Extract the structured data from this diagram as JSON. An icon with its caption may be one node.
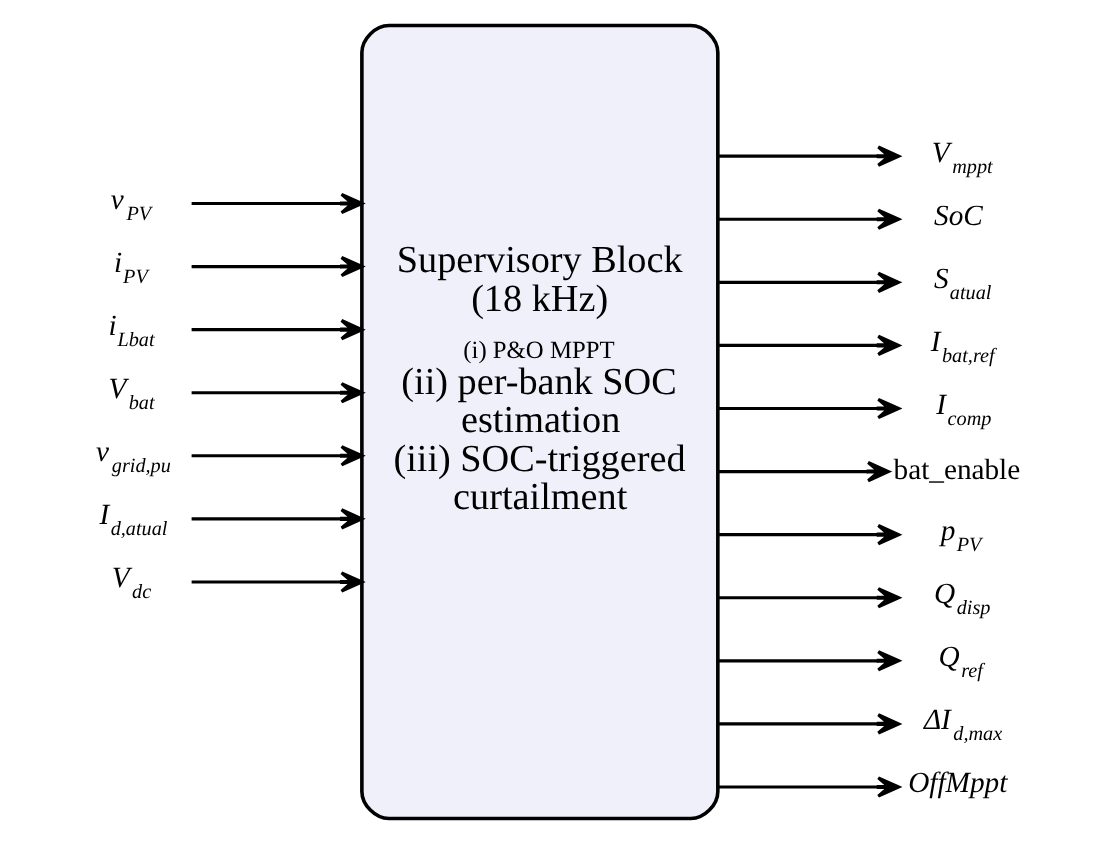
{
  "diagram": {
    "nodes": [
      {
        "text": [
          "v$_{PV}$"
        ]
      },
      {
        "text": [
          "i$_{PV}$"
        ]
      },
      {
        "text": [
          "i$_{Lbat}$"
        ]
      },
      {
        "text": [
          "V$_{bat}$"
        ]
      },
      {
        "text": [
          "v$_{grid,pu}$"
        ]
      },
      {
        "text": [
          "I$_{d,atual}$"
        ]
      },
      {
        "text": [
          "V$_{dc}$"
        ]
      },
      {
        "text": [
          "Supervisory Block (18 kHz)",
          "(i) P&O MPPT",
          "(ii) per-bank SOC estimation",
          "(iii) SOC-triggered curtailment"
        ]
      },
      {
        "text": [
          "V$_{mppt}$"
        ]
      },
      {
        "text": [
          "SoC"
        ]
      },
      {
        "text": [
          "S$_{atual}$"
        ]
      },
      {
        "text": [
          "I$_{bat,ref}$"
        ]
      },
      {
        "text": [
          "I$_{comp}$"
        ]
      },
      {
        "text": [
          "bat_enable"
        ]
      },
      {
        "text": [
          "p$_{PV}$"
        ]
      },
      {
        "text": [
          "Q$_{disp}$"
        ]
      },
      {
        "text": [
          "Q$_{ref}$"
        ]
      },
      {
        "text": [
          "ΔI$_{d,max}$"
        ]
      },
      {
        "text": [
          "OffMppt"
        ]
      }
    ],
    "edges": [
      {
        "from": 0,
        "to": 7,
        "arrow": "to"
      },
      {
        "from": 1,
        "to": 7,
        "arrow": "to"
      },
      {
        "from": 2,
        "to": 7,
        "arrow": "to"
      },
      {
        "from": 3,
        "to": 7,
        "arrow": "to"
      },
      {
        "from": 4,
        "to": 7,
        "arrow": "to"
      },
      {
        "from": 5,
        "to": 7,
        "arrow": "to"
      },
      {
        "from": 6,
        "to": 7,
        "arrow": "to"
      },
      {
        "from": 7,
        "to": 8,
        "arrow": "to"
      },
      {
        "from": 7,
        "to": 9,
        "arrow": "to"
      },
      {
        "from": 7,
        "to": 10,
        "arrow": "to"
      },
      {
        "from": 7,
        "to": 11,
        "arrow": "to"
      },
      {
        "from": 7,
        "to": 12,
        "arrow": "to"
      },
      {
        "from": 7,
        "to": 13,
        "arrow": "to"
      },
      {
        "from": 7,
        "to": 14,
        "arrow": "to"
      },
      {
        "from": 7,
        "to": 15,
        "arrow": "to"
      },
      {
        "from": 7,
        "to": 16,
        "arrow": "to"
      },
      {
        "from": 7,
        "to": 17,
        "arrow": "to"
      },
      {
        "from": 7,
        "to": 18,
        "arrow": "to"
      }
    ]
  }
}
